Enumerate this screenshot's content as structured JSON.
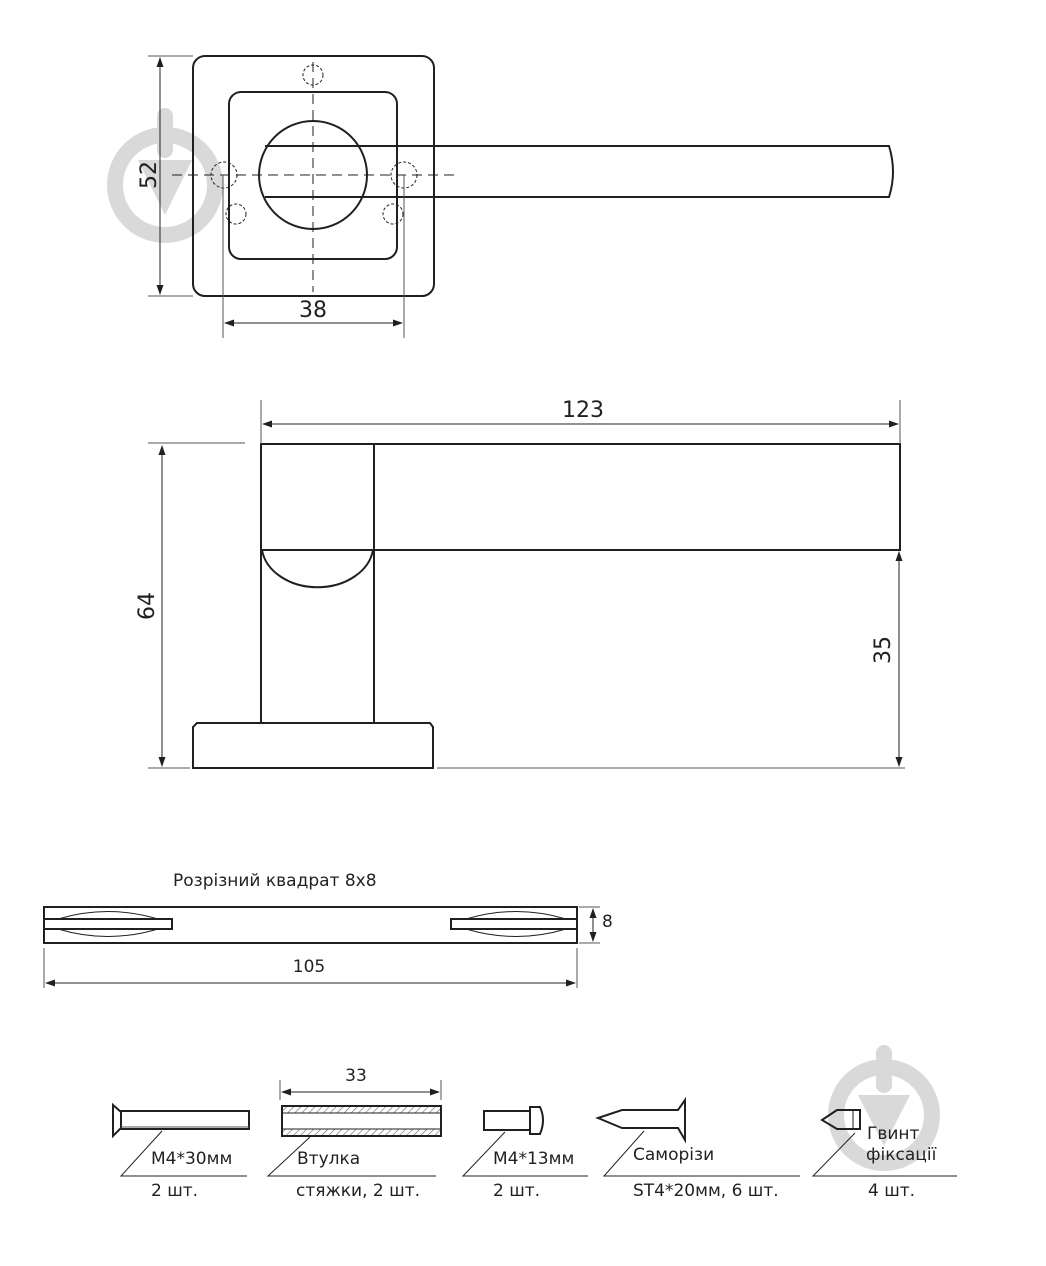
{
  "drawing": {
    "top_view": {
      "dim_height": "52",
      "dim_width": "38"
    },
    "side_view": {
      "dim_length": "123",
      "dim_total_height": "64",
      "dim_lever_height": "35"
    },
    "spindle": {
      "title": "Розрізний квадрат 8x8",
      "dim_length": "105",
      "dim_thickness": "8"
    },
    "parts": [
      {
        "name": "M4*30мм",
        "qty": "2 шт."
      },
      {
        "name": "Втулка",
        "qty": "стяжки, 2 шт.",
        "dim": "33"
      },
      {
        "name": "M4*13мм",
        "qty": "2 шт."
      },
      {
        "name": "Саморізи",
        "qty": "ST4*20мм, 6 шт."
      },
      {
        "name_line1": "Гвинт",
        "name_line2": "фіксації",
        "qty": "4 шт."
      }
    ]
  },
  "watermark": {
    "icon": "download-arrow-circle-icon",
    "color": "#d9d9d9"
  },
  "colors": {
    "line": "#231f20",
    "background": "#ffffff"
  }
}
